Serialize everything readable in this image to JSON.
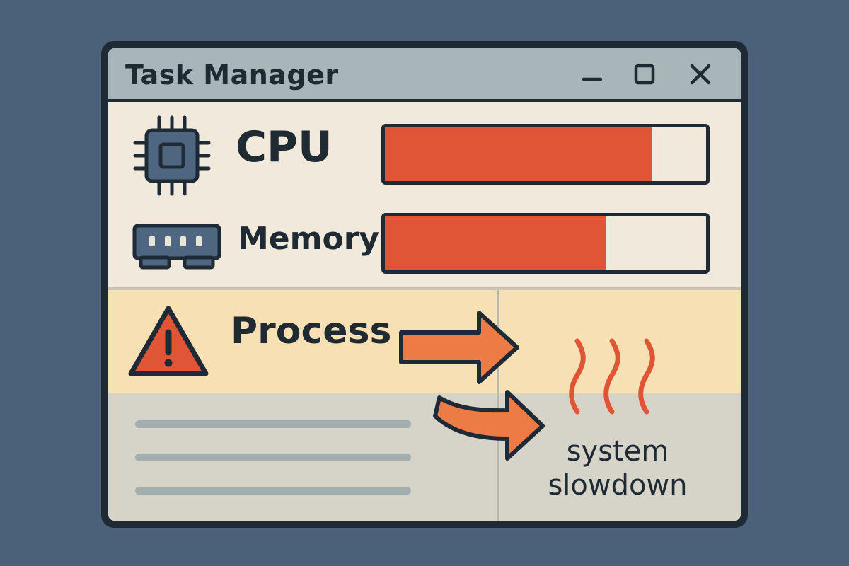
{
  "window": {
    "title": "Task Manager",
    "controls": {
      "minimize_icon": "minimize-icon",
      "maximize_icon": "maximize-icon",
      "close_icon": "close-icon"
    }
  },
  "resources": [
    {
      "label": "CPU",
      "icon": "cpu-chip-icon",
      "usage_fraction": 0.83
    },
    {
      "label": "Memory",
      "icon": "memory-module-icon",
      "usage_fraction": 0.69
    }
  ],
  "process": {
    "label": "Process",
    "icon": "warning-icon"
  },
  "outcome": {
    "line1": "system",
    "line2": "slowdown",
    "icon": "heat-waves-icon"
  },
  "colors": {
    "background": "#4a6179",
    "titlebar": "#a9b6b9",
    "accent_red": "#e05536",
    "arrow_orange": "#ec7b45",
    "process_highlight": "#f7e1b4",
    "outline": "#1e2b36"
  }
}
